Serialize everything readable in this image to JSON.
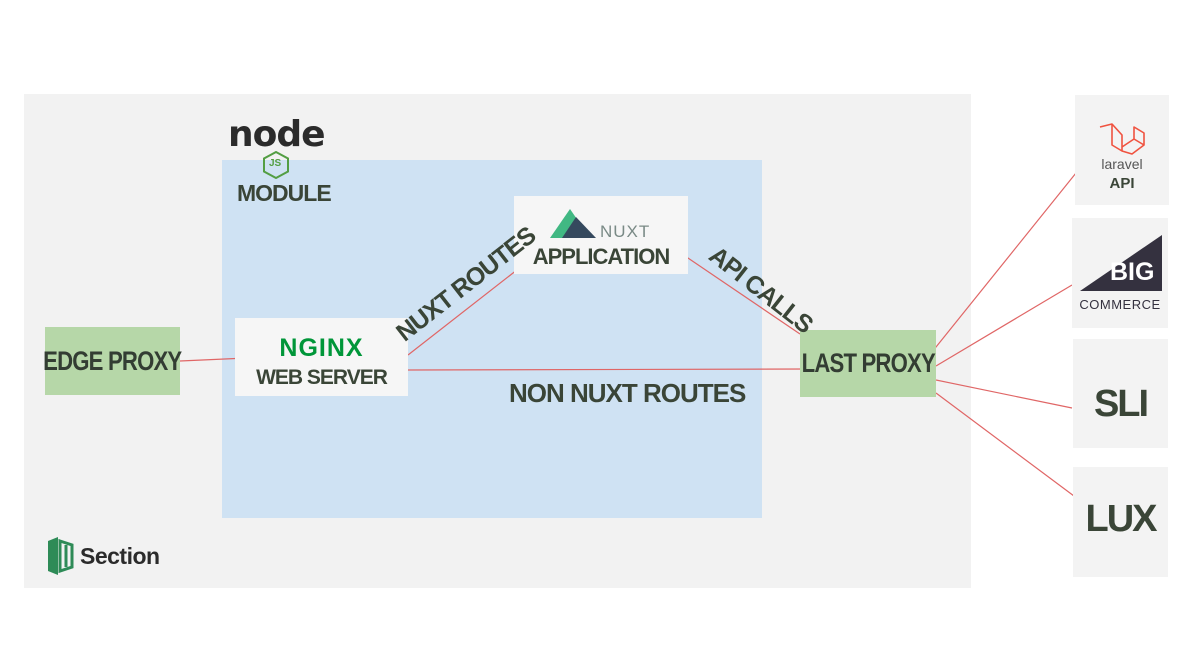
{
  "nodejs": {
    "logo_text": "node",
    "badge_text": "JS",
    "module_label": "MODULE"
  },
  "nuxt": {
    "logo_text": "NUXT",
    "label": "APPLICATION"
  },
  "nginx": {
    "logo_text": "NGINX",
    "label": "WEB SERVER"
  },
  "edge_proxy": {
    "label": "EDGE PROXY"
  },
  "last_proxy": {
    "label": "LAST PROXY"
  },
  "edges": {
    "nuxt_routes": "NUXT ROUTES",
    "api_calls": "API CALLS",
    "non_nuxt_routes": "NON NUXT ROUTES"
  },
  "services": {
    "laravel": {
      "logo_text": "laravel",
      "label": "API"
    },
    "bigcommerce": {
      "logo_text": "BIG",
      "label": "COMMERCE"
    },
    "sli": {
      "label": "SLI"
    },
    "lux": {
      "label": "LUX"
    }
  },
  "brand": {
    "name": "Section"
  },
  "colors": {
    "edge": "#e06666",
    "proxy_fill": "#b6d7a8",
    "module_fill": "#cfe2f3",
    "section_green": "#2e8b57",
    "nginx_green": "#009639",
    "nuxt_green": "#41b883",
    "nuxt_dark": "#35495e",
    "laravel_red": "#f05340"
  }
}
